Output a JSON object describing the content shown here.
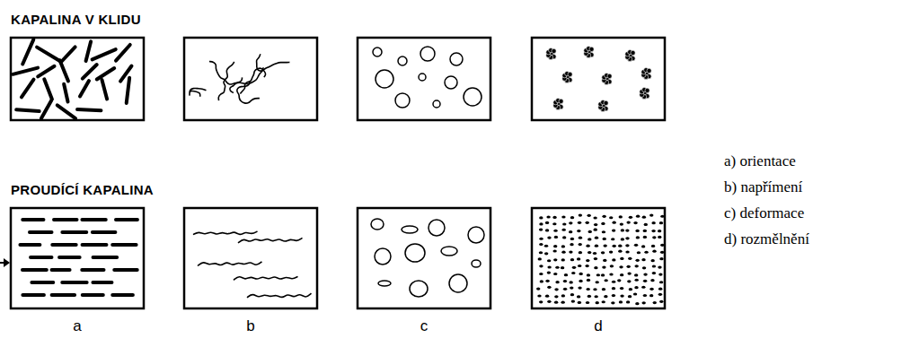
{
  "diagram": {
    "labels": [
      "KAPALINA V KLIDU",
      "PROUDÍCÍ KAPALINA",
      "a",
      "b",
      "c",
      "d",
      "a) orientace",
      "b) napřímení",
      "c) deformace",
      "d) rozmělnění"
    ]
  }
}
